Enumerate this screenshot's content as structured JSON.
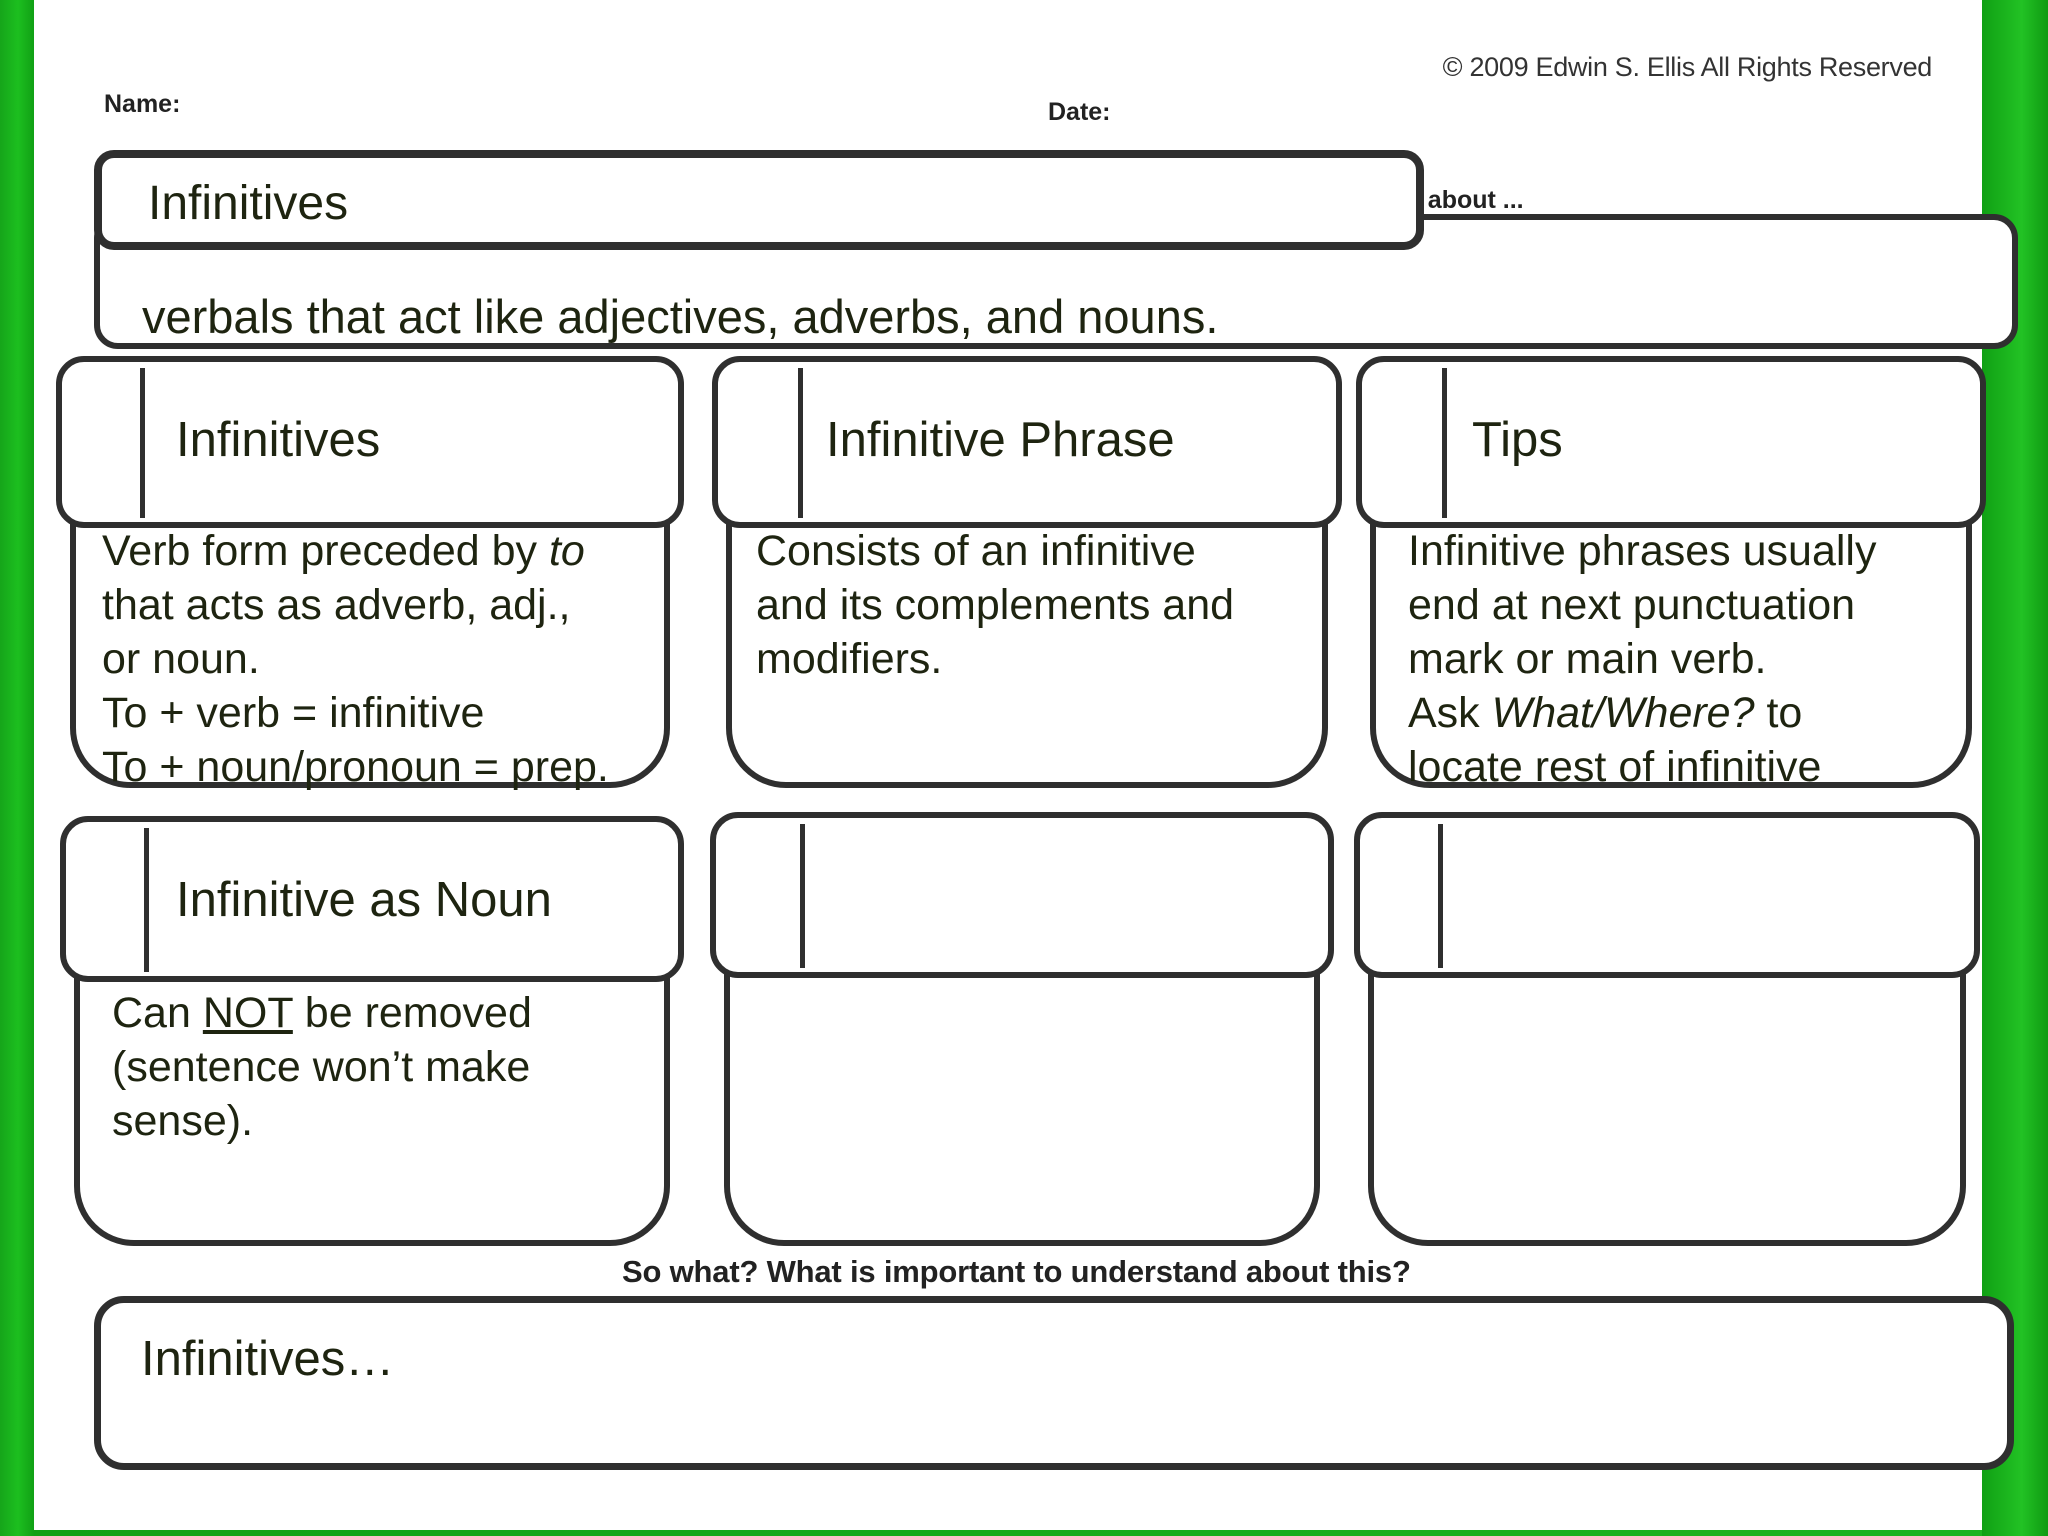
{
  "header": {
    "copyright": "© 2009 Edwin S. Ellis All Rights Reserved",
    "name_label": "Name:",
    "date_label": "Date:",
    "is_about_label": "is about ..."
  },
  "topic": {
    "title": "Infinitives",
    "summary": "verbals that act like adjectives, adverbs, and nouns."
  },
  "cards": [
    {
      "heading": "Infinitives",
      "lines": [
        {
          "pre": "Verb form preceded by ",
          "em": "to",
          "post": ""
        },
        {
          "pre": "that acts as adverb, adj.,",
          "em": "",
          "post": ""
        },
        {
          "pre": "or noun.",
          "em": "",
          "post": ""
        },
        {
          "pre": "To + verb = infinitive",
          "em": "",
          "post": ""
        },
        {
          "pre": "To + noun/pronoun = prep.",
          "em": "",
          "post": ""
        }
      ]
    },
    {
      "heading": "Infinitive Phrase",
      "lines": [
        {
          "pre": "Consists of an infinitive",
          "em": "",
          "post": ""
        },
        {
          "pre": "and its complements and",
          "em": "",
          "post": ""
        },
        {
          "pre": "modifiers.",
          "em": "",
          "post": ""
        }
      ]
    },
    {
      "heading": "Tips",
      "lines": [
        {
          "pre": "Infinitive phrases usually",
          "em": "",
          "post": ""
        },
        {
          "pre": "end at next punctuation",
          "em": "",
          "post": ""
        },
        {
          "pre": "mark or main verb.",
          "em": "",
          "post": ""
        },
        {
          "pre": "Ask ",
          "em": "What/Where?",
          "post": " to"
        },
        {
          "pre": "locate rest of infinitive",
          "em": "",
          "post": ""
        }
      ]
    },
    {
      "heading": "Infinitive as Noun",
      "lines": [
        {
          "pre": "Can ",
          "u": "NOT",
          "post": " be removed"
        },
        {
          "pre": "(sentence won’t make",
          "em": "",
          "post": ""
        },
        {
          "pre": "sense).",
          "em": "",
          "post": ""
        }
      ]
    },
    {
      "heading": "",
      "lines": []
    },
    {
      "heading": "",
      "lines": []
    }
  ],
  "so_what": {
    "prompt": "So what?  What is important to understand about this?",
    "answer": "Infinitives…"
  }
}
